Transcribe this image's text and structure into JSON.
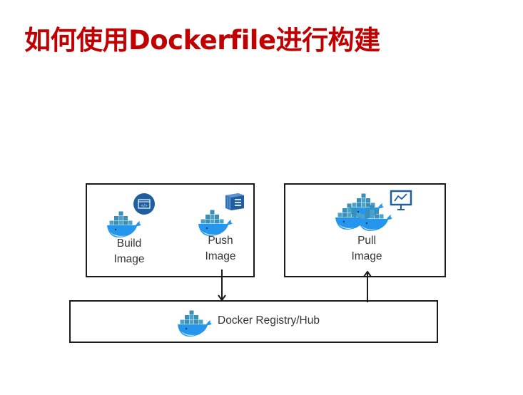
{
  "title": "如何使用Dockerfile进行构建",
  "colors": {
    "title": "#C00000",
    "docker_blue": "#2496ED",
    "badge_navy": "#1F5FA0",
    "border": "#1a1a1a"
  },
  "diagram": {
    "build_box": {
      "build_image": {
        "line1": "Build",
        "line2": "Image",
        "icon": "docker-whale-icon",
        "badge_icon": "code-window-icon"
      },
      "push_image": {
        "line1": "Push",
        "line2": "Image",
        "icon": "docker-whale-icon",
        "badge_icon": "container-icon"
      }
    },
    "pull_box": {
      "pull_image": {
        "line1": "Pull",
        "line2": "Image",
        "icon": "docker-whales-group-icon",
        "badge_icon": "chart-monitor-icon"
      }
    },
    "registry": {
      "label": "Docker Registry/Hub",
      "icon": "docker-whale-icon"
    },
    "edges": [
      {
        "from": "push_image",
        "to": "registry",
        "direction": "down"
      },
      {
        "from": "registry",
        "to": "pull_image",
        "direction": "up"
      }
    ]
  }
}
